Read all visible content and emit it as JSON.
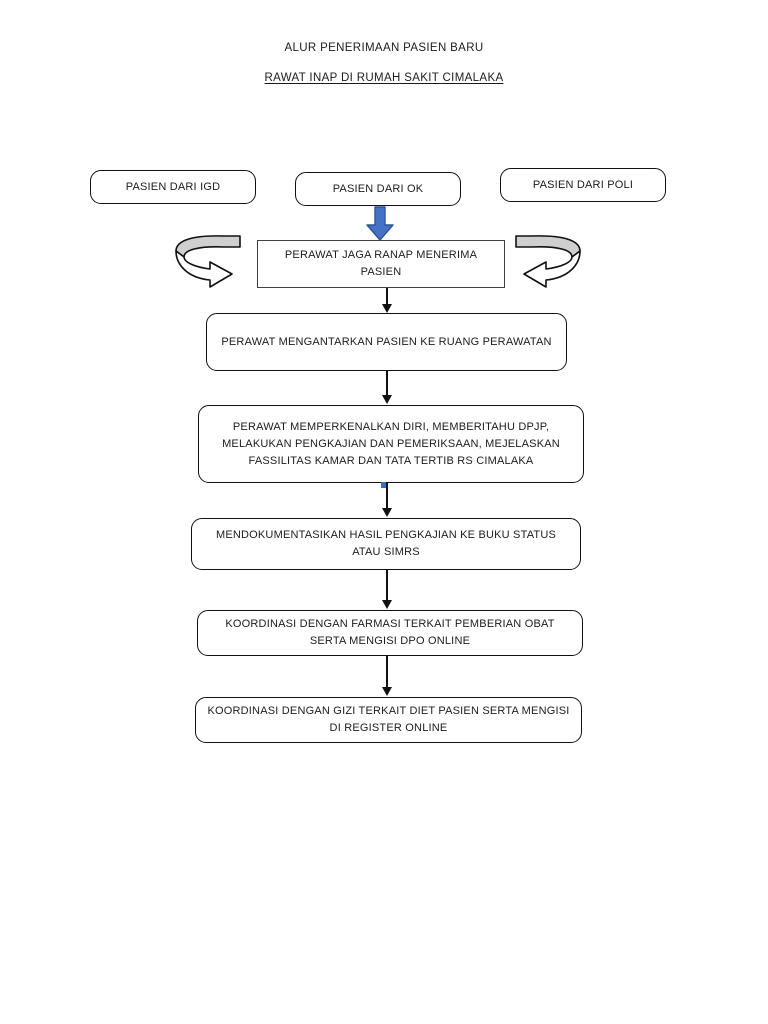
{
  "document": {
    "title_line_1": "ALUR PENERIMAAN PASIEN BARU",
    "title_line_2": "RAWAT INAP DI RUMAH SAKIT CIMALAKA"
  },
  "colors": {
    "blue_arrow_fill": "#4472c4",
    "blue_arrow_stroke": "#2f5597",
    "curve_arrow_shade": "#cfcfcf",
    "node_border": "#111111",
    "rect_border": "#3f3f3f",
    "text": "#1c1c1c"
  },
  "flowchart": {
    "sources": [
      {
        "id": "igd",
        "label": "PASIEN DARI IGD"
      },
      {
        "id": "ok",
        "label": "PASIEN DARI OK"
      },
      {
        "id": "poli",
        "label": "PASIEN DARI POLI"
      }
    ],
    "steps": [
      {
        "id": "terima",
        "label": "PERAWAT JAGA RANAP MENERIMA PASIEN"
      },
      {
        "id": "antar",
        "label": "PERAWAT MENGANTARKAN PASIEN KE RUANG PERAWATAN"
      },
      {
        "id": "kenal",
        "label": "PERAWAT MEMPERKENALKAN DIRI, MEMBERITAHU DPJP, MELAKUKAN PENGKAJIAN DAN PEMERIKSAAN, MEJELASKAN FASSILITAS KAMAR DAN TATA TERTIB RS CIMALAKA"
      },
      {
        "id": "dokum",
        "label": "MENDOKUMENTASIKAN HASIL PENGKAJIAN KE BUKU STATUS ATAU SIMRS"
      },
      {
        "id": "farmasi",
        "label": "KOORDINASI DENGAN FARMASI TERKAIT PEMBERIAN OBAT SERTA MENGISI DPO ONLINE"
      },
      {
        "id": "gizi",
        "label": "KOORDINASI DENGAN GIZI TERKAIT DIET PASIEN SERTA MENGISI DI REGISTER ONLINE"
      }
    ],
    "connectors": [
      {
        "id": "conn-1",
        "from": "terima",
        "to": "antar"
      },
      {
        "id": "conn-2",
        "from": "antar",
        "to": "kenal"
      },
      {
        "id": "conn-3",
        "from": "kenal",
        "to": "dokum"
      },
      {
        "id": "conn-4",
        "from": "dokum",
        "to": "farmasi"
      },
      {
        "id": "conn-5",
        "from": "farmasi",
        "to": "gizi"
      }
    ],
    "decorations": [
      {
        "id": "blue-down-arrow",
        "icon": "blue-down-arrow-icon",
        "from": "ok",
        "to": "terima"
      },
      {
        "id": "curve-left",
        "icon": "circular-arrow-right-icon"
      },
      {
        "id": "curve-right",
        "icon": "circular-arrow-left-icon"
      }
    ]
  }
}
